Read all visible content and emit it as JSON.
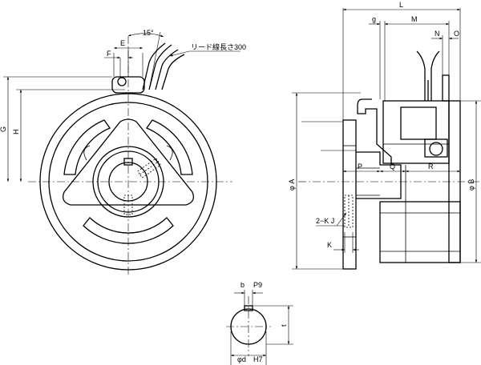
{
  "front_view": {
    "angle_label": "15°",
    "lead_note": "リード線長さ300",
    "dim_labels": {
      "E": "E",
      "F": "F",
      "G": "G",
      "H": "H"
    }
  },
  "side_view": {
    "dim_labels": {
      "L": "L",
      "M": "M",
      "g": "g",
      "N": "N",
      "O": "O",
      "P": "P",
      "Q": "Q",
      "R": "R",
      "A": "φ A",
      "B": "φ B",
      "KJ": "2−K J",
      "K": "K"
    }
  },
  "bore_detail": {
    "dim_labels": {
      "b": "b",
      "P9": "P9",
      "t": "t",
      "d": "φd",
      "H7": "H7"
    }
  }
}
